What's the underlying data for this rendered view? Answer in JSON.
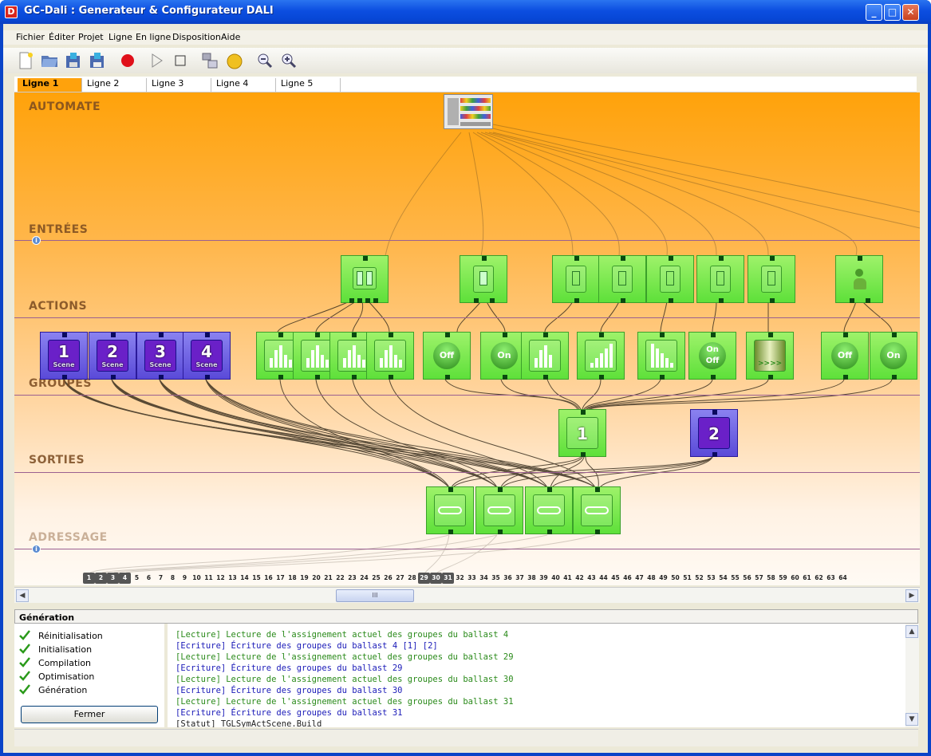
{
  "window": {
    "title": "GC-Dali : Generateur & Configurateur DALI",
    "icon": "D"
  },
  "menu": [
    "Fichier",
    "Éditer",
    "Projet",
    "Ligne",
    "En ligne",
    "Disposition",
    "Aide"
  ],
  "tabs": [
    "Ligne 1",
    "Ligne 2",
    "Ligne 3",
    "Ligne 4",
    "Ligne 5"
  ],
  "lanes": {
    "automate": "AUTOMATE",
    "entrees": "ENTRÉES",
    "actions": "ACTIONS",
    "groupes": "GROUPES",
    "sorties": "SORTIES",
    "adressage": "ADRESSAGE"
  },
  "scene_actions": [
    {
      "num": "1",
      "label": "Scene"
    },
    {
      "num": "2",
      "label": "Scene"
    },
    {
      "num": "3",
      "label": "Scene"
    },
    {
      "num": "4",
      "label": "Scene"
    }
  ],
  "onoff_labels": {
    "off": "Off",
    "on": "On",
    "onoff_top": "On",
    "onoff_bottom": "Off"
  },
  "groups": [
    {
      "num": "1"
    },
    {
      "num": "2"
    }
  ],
  "addresses": [
    "1",
    "2",
    "3",
    "4",
    "5",
    "6",
    "7",
    "8",
    "9",
    "10",
    "11",
    "12",
    "13",
    "14",
    "15",
    "16",
    "17",
    "18",
    "19",
    "20",
    "21",
    "22",
    "23",
    "24",
    "25",
    "26",
    "27",
    "28",
    "29",
    "30",
    "31",
    "32",
    "33",
    "34",
    "35",
    "36",
    "37",
    "38",
    "39",
    "40",
    "41",
    "42",
    "43",
    "44",
    "45",
    "46",
    "47",
    "48",
    "49",
    "50",
    "51",
    "52",
    "53",
    "54",
    "55",
    "56",
    "57",
    "58",
    "59",
    "60",
    "61",
    "62",
    "63",
    "64"
  ],
  "used_addresses": [
    "1",
    "2",
    "3",
    "4",
    "29",
    "30",
    "31"
  ],
  "scroll_thumb": "III",
  "generation": {
    "title": "Génération",
    "steps": [
      "Réinitialisation",
      "Initialisation",
      "Compilation",
      "Optimisation",
      "Génération"
    ],
    "close_label": "Fermer",
    "log": [
      {
        "type": "read",
        "text": "[Lecture] Lecture de l'assignement actuel des groupes du ballast 4"
      },
      {
        "type": "write",
        "text": "[Ecriture] Écriture des groupes du ballast 4 [1] [2]"
      },
      {
        "type": "read",
        "text": "[Lecture] Lecture de l'assignement actuel des groupes du ballast 29"
      },
      {
        "type": "write",
        "text": "[Ecriture] Écriture des groupes du ballast 29"
      },
      {
        "type": "read",
        "text": "[Lecture] Lecture de l'assignement actuel des groupes du ballast 30"
      },
      {
        "type": "write",
        "text": "[Ecriture] Écriture des groupes du ballast 30"
      },
      {
        "type": "read",
        "text": "[Lecture] Lecture de l'assignement actuel des groupes du ballast 31"
      },
      {
        "type": "write",
        "text": "[Ecriture] Écriture des groupes du ballast 31"
      },
      {
        "type": "status",
        "text": "[Statut] TGLSymActScene.Build"
      }
    ]
  },
  "colors": {
    "lane_bg_top": "#ffa20a",
    "node_green": "#7ee84e",
    "node_blue": "#6a5ae0",
    "tab_active": "#ffa20c"
  }
}
